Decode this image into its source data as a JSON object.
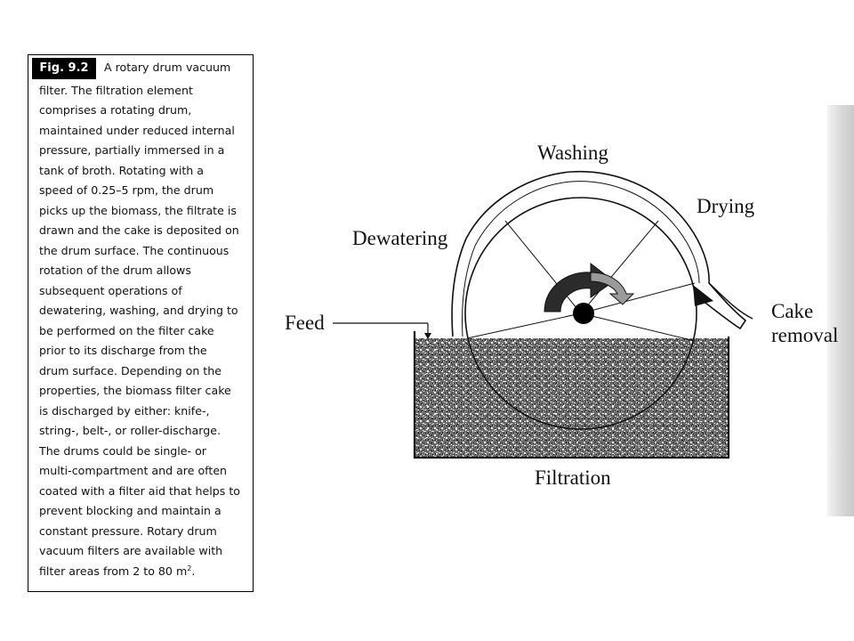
{
  "figure": {
    "number": "Fig. 9.2",
    "caption_lines": [
      "A rotary drum vacuum",
      "filter. The filtration element",
      "comprises a rotating drum,",
      "maintained under reduced internal",
      "pressure, partially immersed in a",
      "tank of broth. Rotating with a",
      "speed of 0.25–5 rpm, the drum",
      "picks up the biomass, the filtrate is",
      "drawn and the cake is deposited on",
      "the drum surface. The continuous",
      "rotation of the drum allows",
      "subsequent operations of",
      "dewatering, washing, and drying to",
      "be performed on the filter cake",
      "prior to its discharge from the",
      "drum surface. Depending on the",
      "properties, the biomass filter cake",
      "is discharged by either: knife-,",
      "string-, belt-, or roller-discharge.",
      "The drums could be single- or",
      "multi-compartment and are often",
      "coated with a filter aid that helps to",
      "prevent blocking and maintain a",
      "constant pressure. Rotary drum",
      "vacuum filters are available with"
    ],
    "caption_last_line": "filter areas from 2 to 80 m",
    "caption_last_sup": "2",
    "caption_last_end": "."
  },
  "diagram": {
    "labels": {
      "washing": "Washing",
      "drying": "Drying",
      "dewatering": "Dewatering",
      "feed": "Feed",
      "cake": "Cake",
      "removal": "removal",
      "filtration": "Filtration"
    }
  }
}
